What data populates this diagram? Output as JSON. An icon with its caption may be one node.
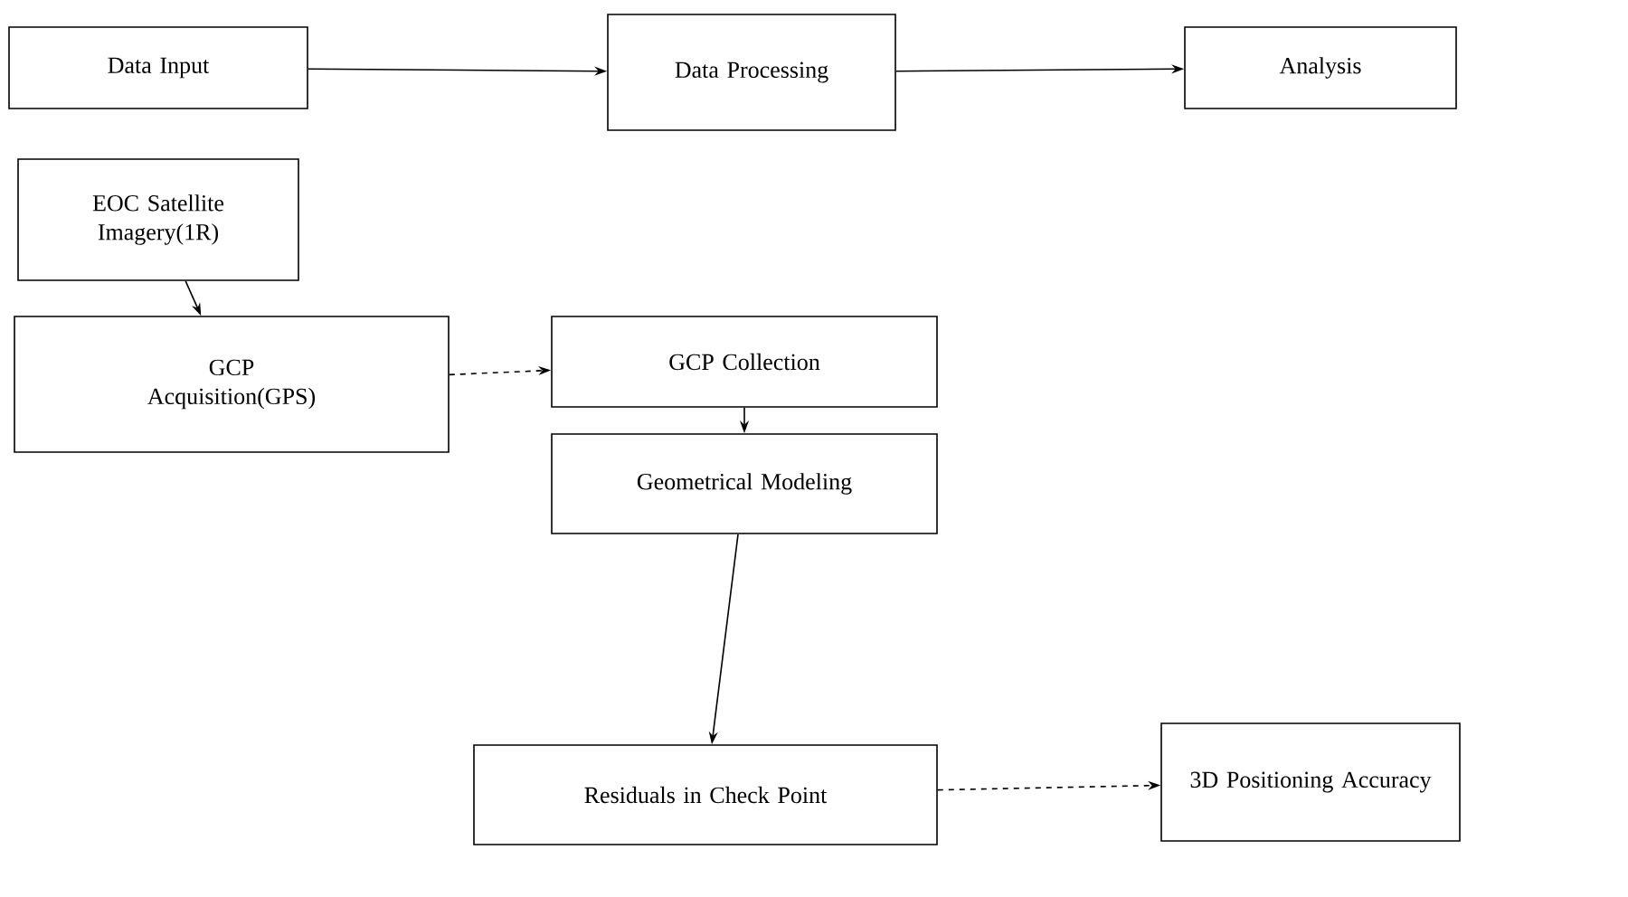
{
  "diagram": {
    "nodes": [
      {
        "text": [
          "Data Input"
        ]
      },
      {
        "text": [
          "Data Processing"
        ]
      },
      {
        "text": [
          "Analysis"
        ]
      },
      {
        "text": [
          "EOC Satellite Imagery(1R)"
        ]
      },
      {
        "text": [
          "GCP Acquisition(GPS)"
        ]
      },
      {
        "text": [
          "GCP Collection"
        ]
      },
      {
        "text": [
          "Geometrical Modeling"
        ]
      },
      {
        "text": [
          "Residuals in Check Point"
        ]
      },
      {
        "text": [
          "3D Positioning Accuracy"
        ]
      }
    ],
    "edges": [
      {
        "from": 0,
        "to": 1,
        "arrow": "to"
      },
      {
        "from": 1,
        "to": 2,
        "arrow": "to"
      },
      {
        "from": 3,
        "to": 4,
        "arrow": "to"
      },
      {
        "from": 4,
        "to": 5,
        "arrow": "to",
        "style": "dashed"
      },
      {
        "from": 5,
        "to": 6,
        "arrow": "to"
      },
      {
        "from": 6,
        "to": 7,
        "arrow": "to"
      },
      {
        "from": 7,
        "to": 8,
        "arrow": "to",
        "style": "dashed"
      }
    ]
  }
}
